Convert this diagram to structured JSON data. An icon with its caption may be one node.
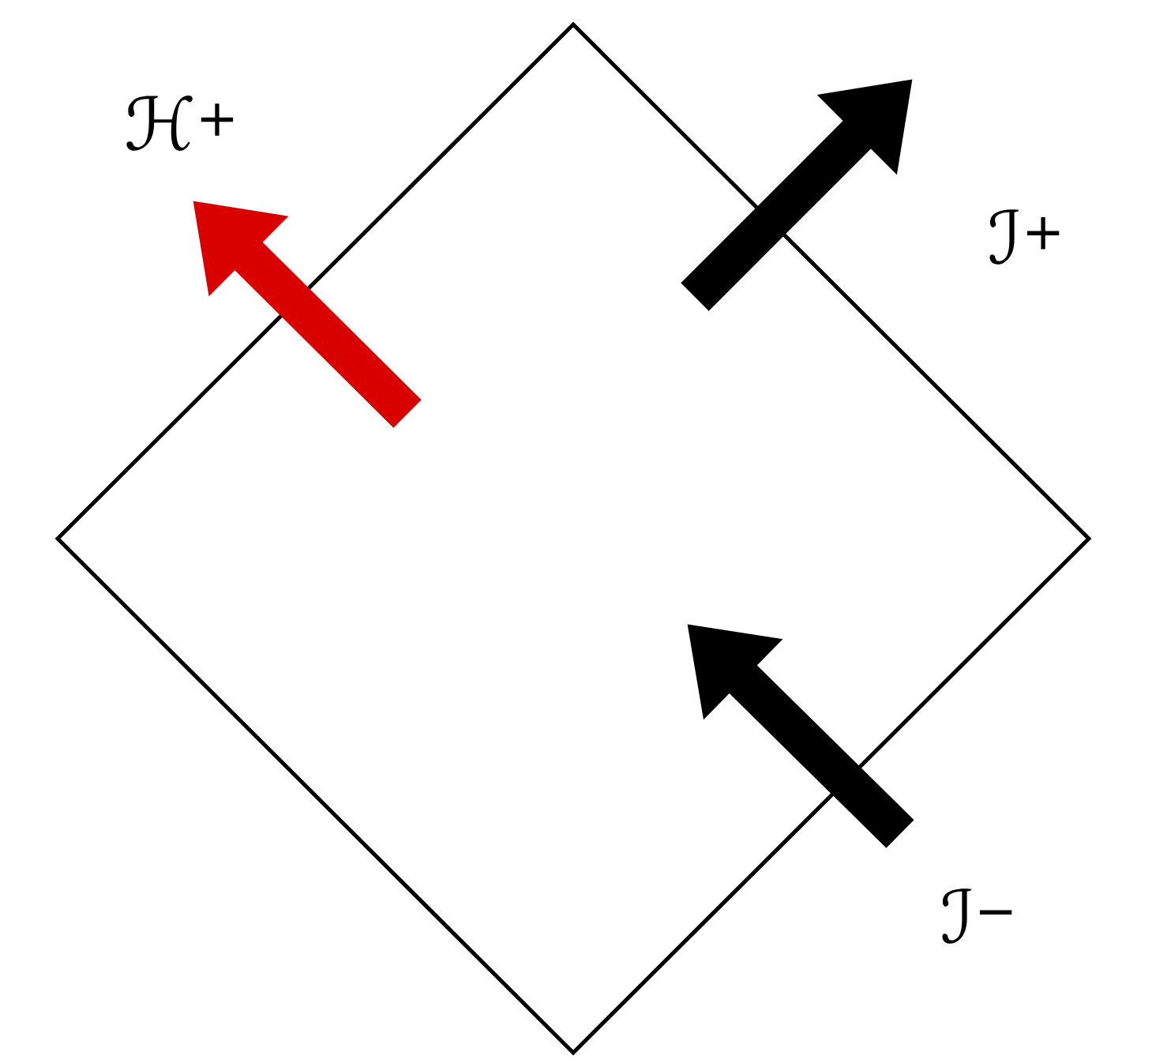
{
  "diagram": {
    "nodes": [
      {
        "text": [],
        "shape": "diamond"
      }
    ],
    "labels": [
      "ℋ$^{+}$",
      "ℐ$^{+}$",
      "ℐ$^{−}$"
    ]
  }
}
